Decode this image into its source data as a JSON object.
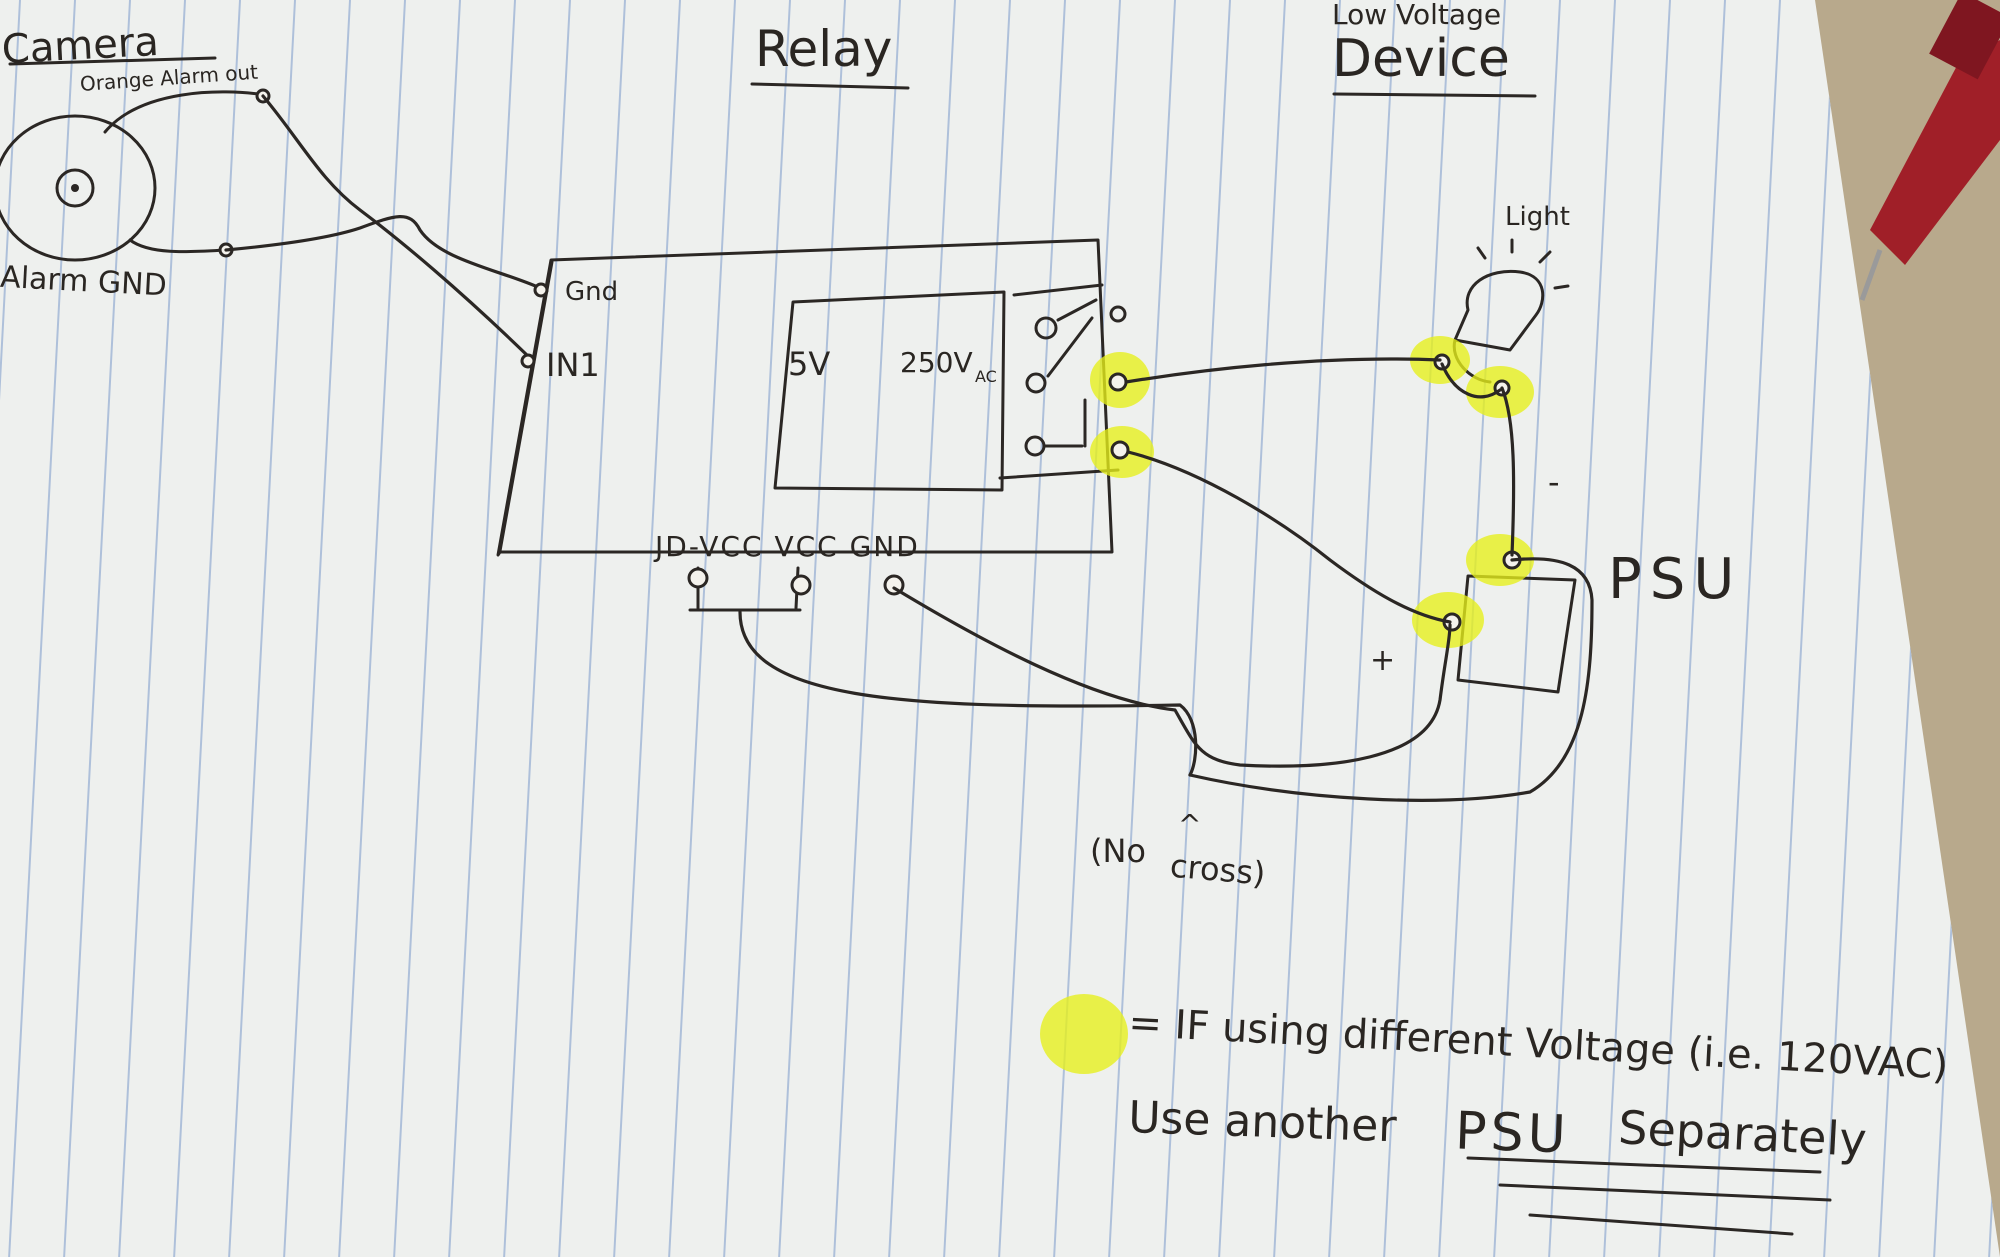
{
  "colors": {
    "paper": "#eef0ee",
    "rule_line": "#9fb6d6",
    "ink": "#2b2724",
    "highlighter": "#e7ef1a",
    "desk": "#b8a98c",
    "probe": "#a01f28"
  },
  "icons": [
    "camera-icon",
    "light-bulb-icon",
    "relay-switch-icon",
    "probe-icon"
  ],
  "camera": {
    "title": "Camera",
    "alarm_out_label": "Orange Alarm out",
    "alarm_gnd_label": "Alarm GND"
  },
  "relay": {
    "title": "Relay",
    "pin_gnd": "Gnd",
    "pin_in1": "IN1",
    "coil_label": "5V",
    "contact_label": "250V",
    "contact_sub": "AC",
    "bottom_pins": "JD-VCC VCC GND"
  },
  "device": {
    "title_small": "Low Voltage",
    "title": "Device",
    "light_label": "Light"
  },
  "psu": {
    "label": "PSU",
    "minus": "-",
    "plus": "+"
  },
  "note_cross": {
    "open": "(No",
    "caret": "^",
    "word": "cross)"
  },
  "legend": {
    "line1": "= IF using different Voltage (i.e. 120VAC)",
    "line2_a": "Use another",
    "line2_b": "PSU",
    "line2_c": "Separately"
  }
}
